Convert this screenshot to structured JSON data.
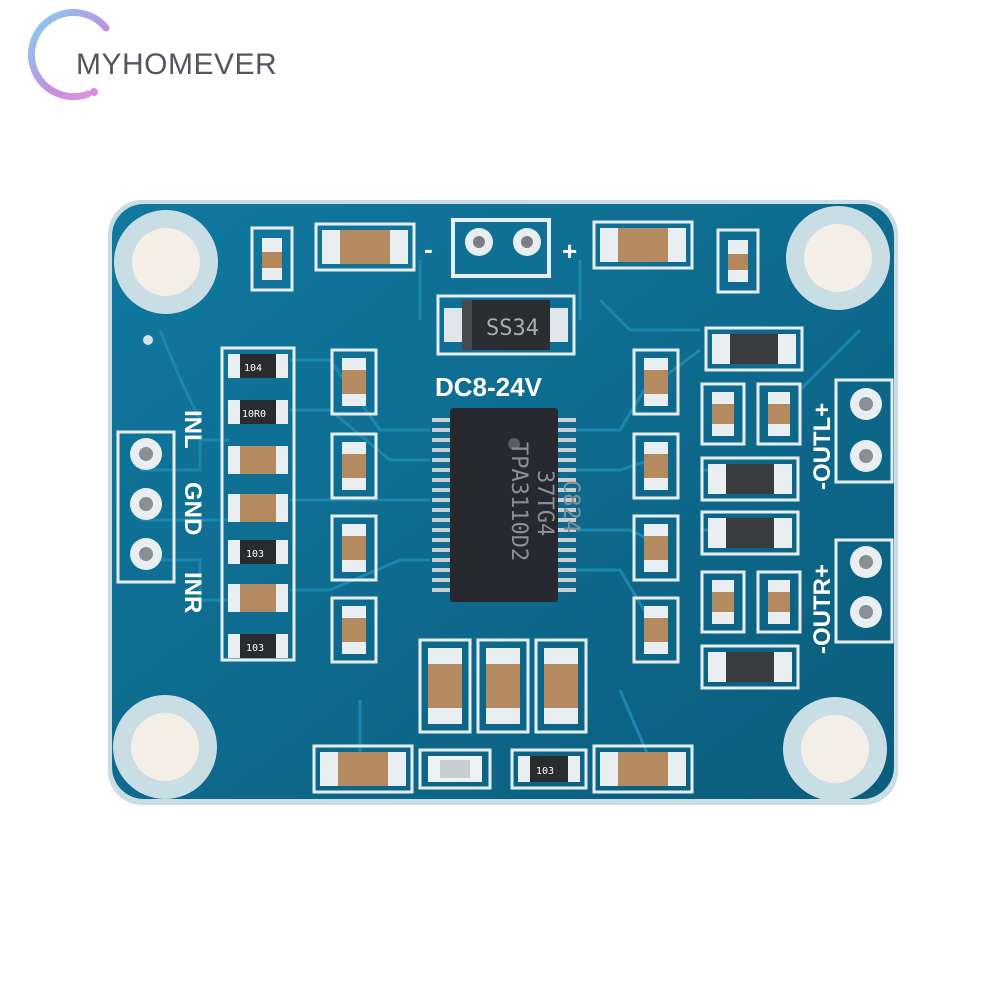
{
  "brand": {
    "name": "MYHOMEVER"
  },
  "board": {
    "power_label": "DC8-24V",
    "minus_label": "-",
    "plus_label": "+",
    "diode_marking": "SS34",
    "chip_lines": [
      "TPA3110D2",
      "37TG4",
      "C824"
    ],
    "input_labels": [
      "INL",
      "GND",
      "INR"
    ],
    "out_left_label": "-OUTL+",
    "out_right_label": "-OUTR+",
    "resistor_codes": [
      "104",
      "10R0",
      "103",
      "103",
      "103"
    ]
  },
  "colors": {
    "pcb": "#0e6a8c",
    "pad": "#e9eef0",
    "chip": "#2a2c31",
    "brand_ring": "#b97bd6"
  }
}
